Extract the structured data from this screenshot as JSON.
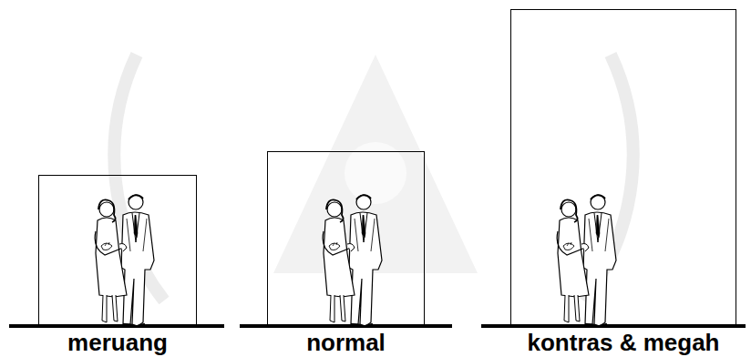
{
  "diagram": {
    "nodes": [
      {
        "text": [
          "meruang"
        ]
      },
      {
        "text": [
          "normal"
        ]
      },
      {
        "text": [
          "kontras & megah"
        ]
      }
    ]
  }
}
